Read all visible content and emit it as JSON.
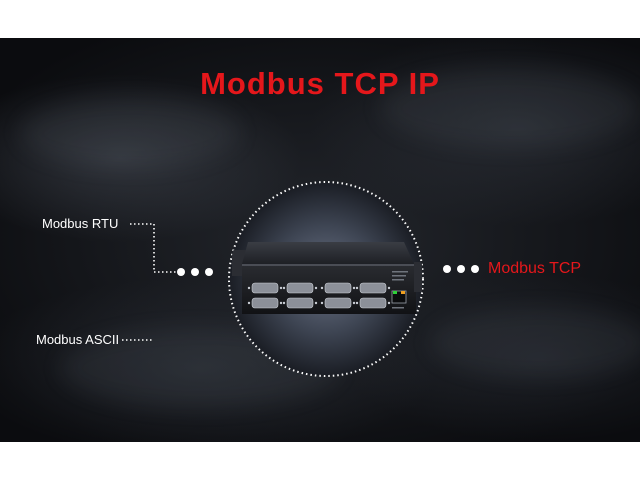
{
  "title": "Modbus TCP IP",
  "labels": {
    "modbus_rtu": "Modbus RTU",
    "modbus_ascii": "Modbus ASCII",
    "modbus_tcp": "Modbus TCP"
  },
  "colors": {
    "accent_red": "#e5171b",
    "label_white": "#ffffff"
  },
  "icons": [
    "serial-device-server-icon",
    "rj45-port-icon",
    "db9-port-icon"
  ]
}
